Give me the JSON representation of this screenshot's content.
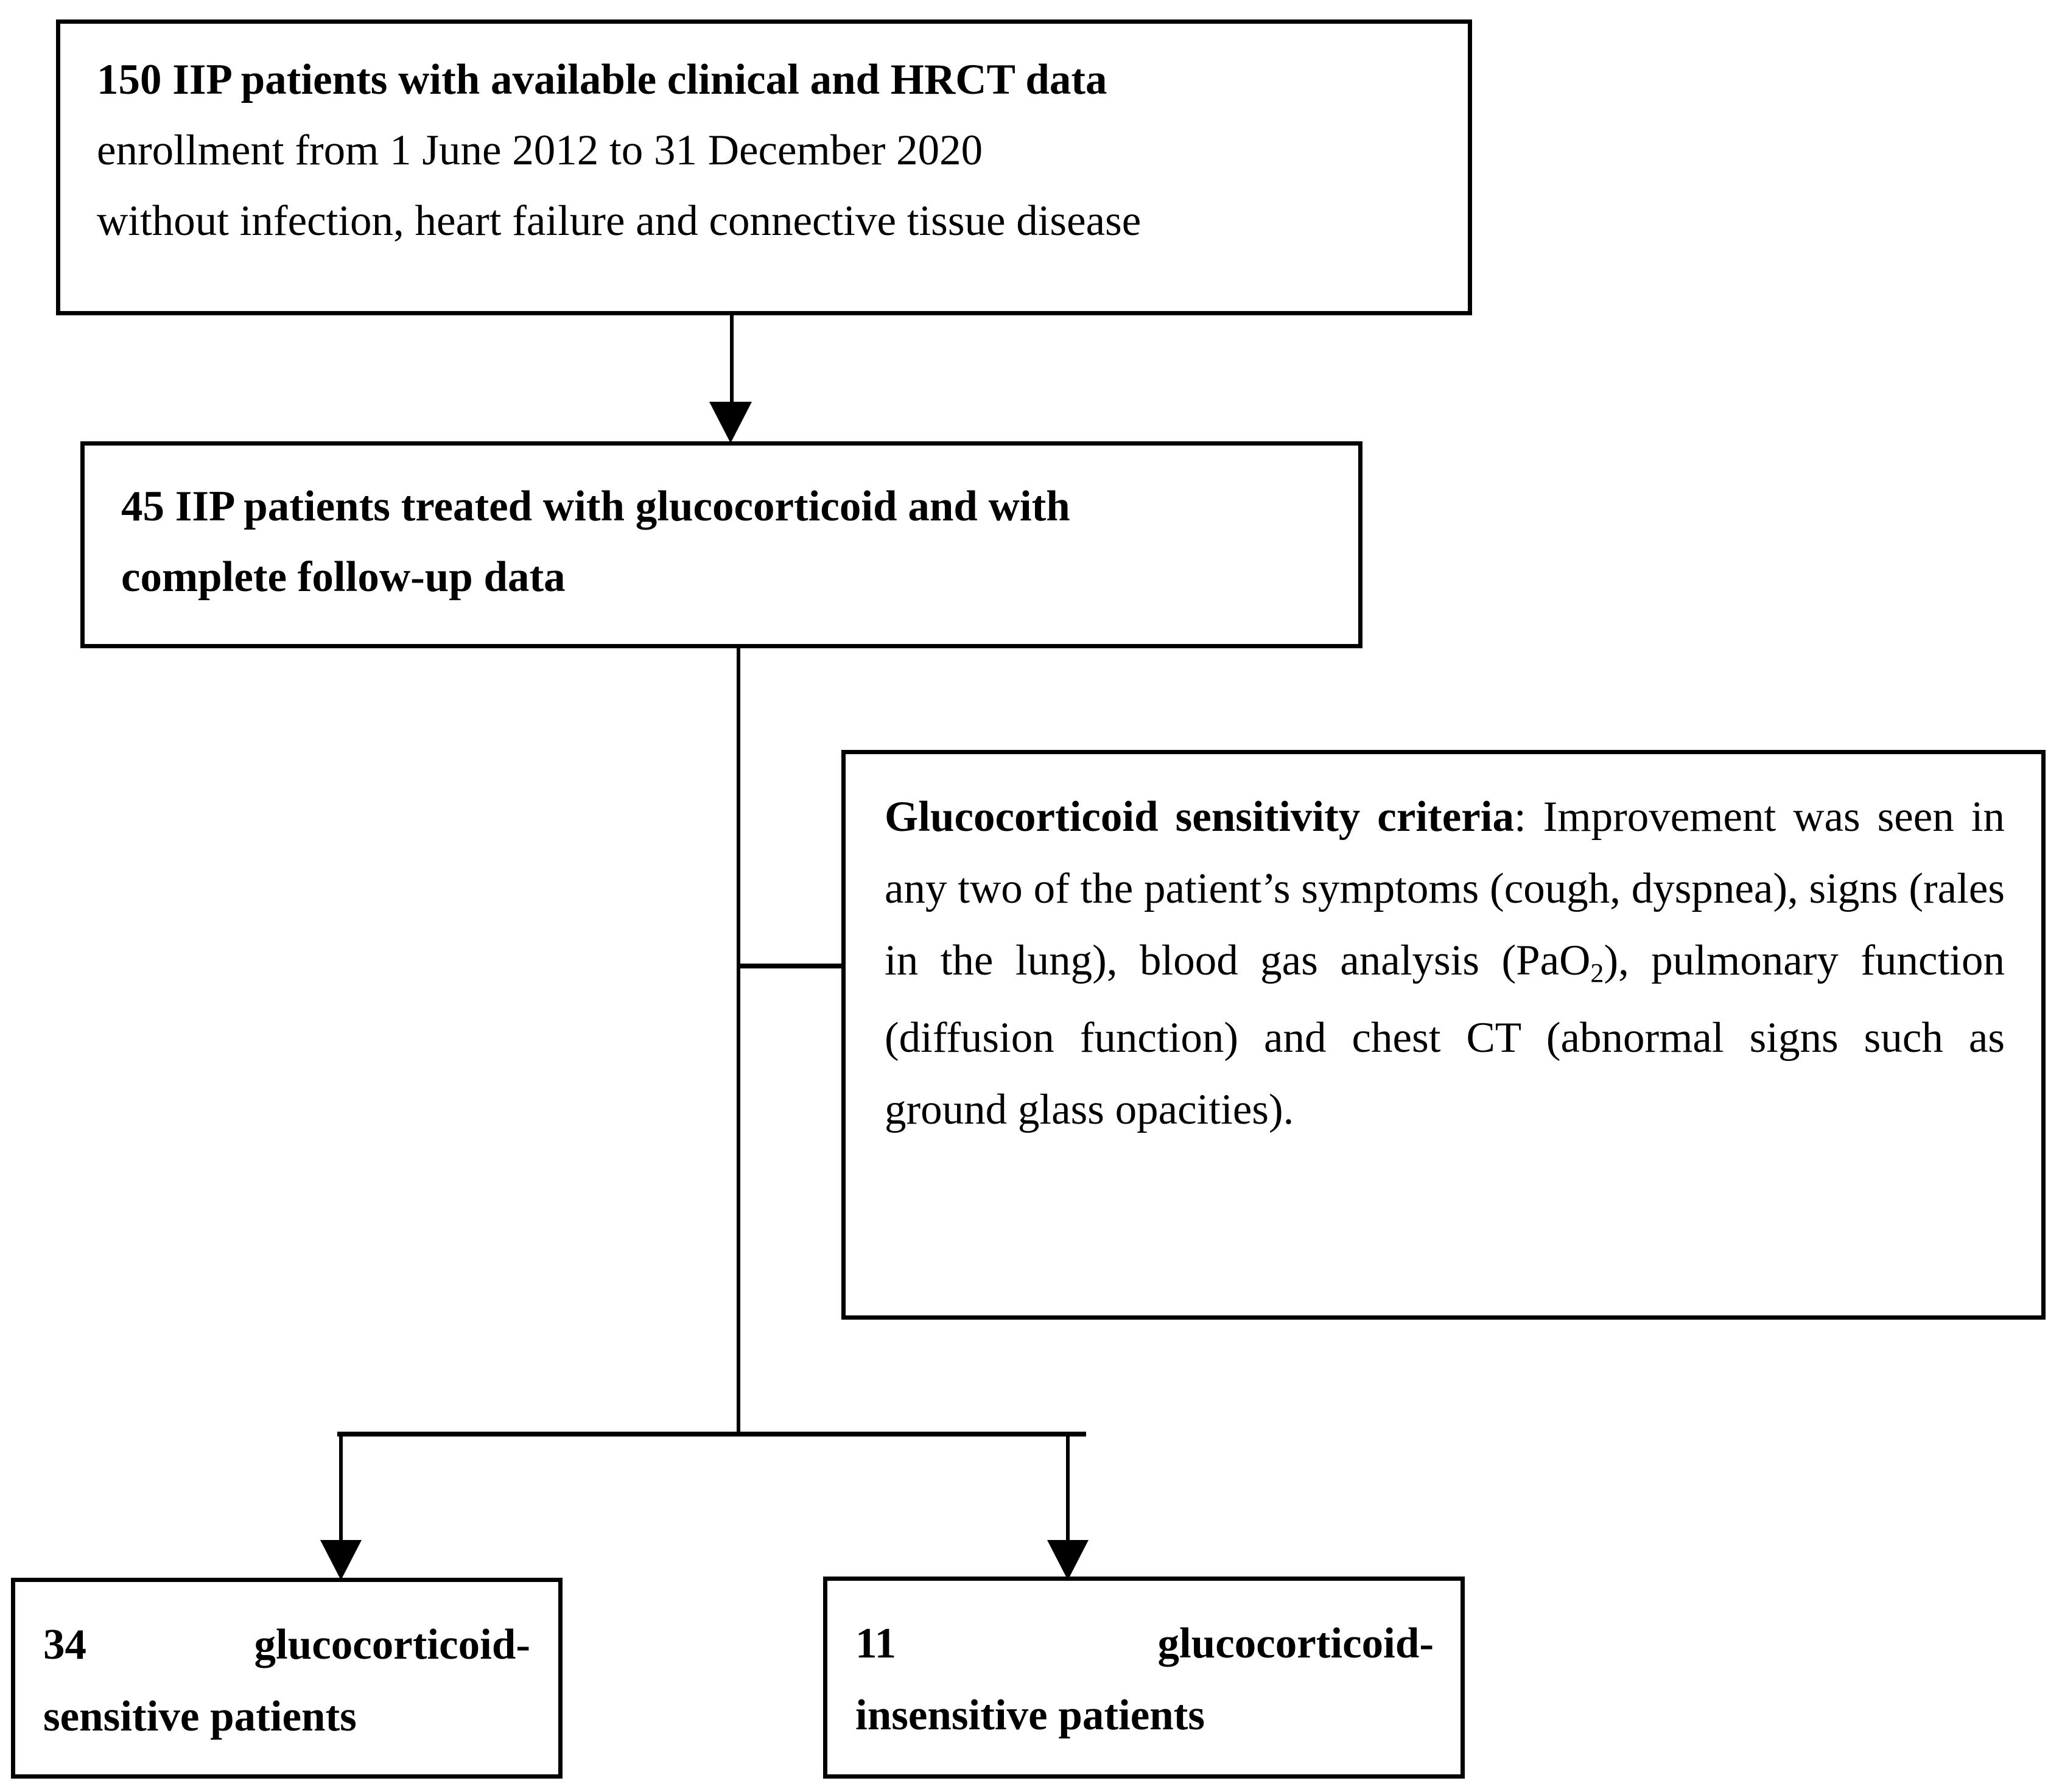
{
  "diagram": {
    "type": "flowchart",
    "title": "Patient enrollment and glucocorticoid sensitivity flow",
    "colors": {
      "line": "#000000",
      "background": "#ffffff",
      "text": "#000000"
    },
    "nodes": {
      "cohort": {
        "id": "cohort",
        "lines": [
          {
            "text": "150 IIP patients with available clinical and HRCT data",
            "bold": true
          },
          {
            "text": "enrollment from 1 June 2012 to 31 December 2020",
            "bold": false
          },
          {
            "text": "without infection, heart failure and connective tissue disease",
            "bold": false
          }
        ],
        "line1": "150 IIP patients with available clinical and HRCT data",
        "line2": "enrollment from 1 June 2012 to 31 December 2020",
        "line3": "without infection, heart failure and connective tissue disease",
        "count": "150"
      },
      "treated": {
        "id": "treated",
        "line1": "45 IIP patients treated with glucocorticoid and with",
        "line2": "complete follow-up data",
        "count": "45"
      },
      "criteria": {
        "id": "criteria",
        "title": "Glucocorticoid sensitivity criteria",
        "body_part1": ": Improvement was seen in any two of the patient’s symptoms (cough, dyspnea), signs (rales in the lung), blood gas analysis (PaO",
        "body_subscript": "2",
        "body_part2": "), pulmonary function (diffusion function) and chest CT (abnormal signs such as ground glass opacities).",
        "full_text": "Glucocorticoid sensitivity criteria: Improvement was seen in any two of the patient’s symptoms (cough, dyspnea), signs (rales in the lung), blood gas analysis (PaO2), pulmonary function (diffusion function) and chest CT (abnormal signs such as ground glass opacities)."
      },
      "sensitive": {
        "id": "sensitive",
        "count": "34",
        "label_line1": "glucocorticoid-",
        "label_line2": "sensitive patients",
        "full_text": "34 glucocorticoid-sensitive patients"
      },
      "insensitive": {
        "id": "insensitive",
        "count": "11",
        "label_line1": "glucocorticoid-",
        "label_line2": "insensitive patients",
        "full_text": "11 glucocorticoid-insensitive patients"
      }
    },
    "edges": [
      {
        "from": "cohort",
        "to": "treated",
        "style": "arrow-down"
      },
      {
        "from": "treated",
        "to": "criteria",
        "style": "elbow-right"
      },
      {
        "from": "treated",
        "to": "sensitive",
        "style": "split-arrow-down-left"
      },
      {
        "from": "treated",
        "to": "insensitive",
        "style": "split-arrow-down-right"
      }
    ]
  }
}
